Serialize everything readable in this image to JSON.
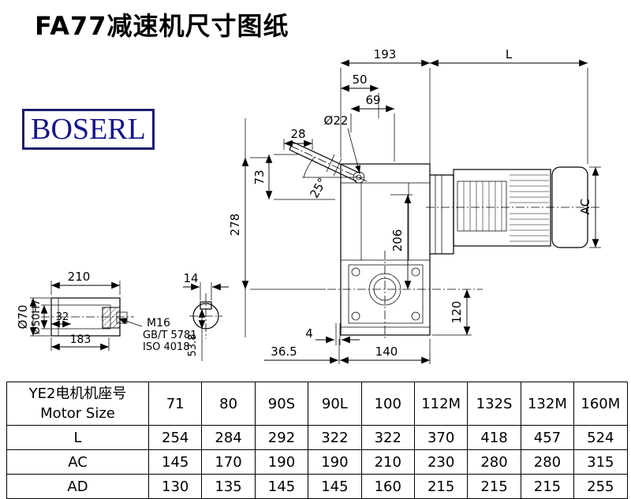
{
  "title": "FA77减速机尺寸图纸",
  "logo": "BOSERL",
  "drawing": {
    "labels": {
      "w193": "193",
      "L": "L",
      "w50": "50",
      "w69": "69",
      "dia22": "Ø22",
      "w28": "28",
      "ang25": "25°",
      "h73": "73",
      "h278": "278",
      "h206": "206",
      "AC": "AC",
      "h120": "120",
      "t4": "4",
      "w36_5": "36.5",
      "w140": "140",
      "w210": "210",
      "w14": "14",
      "dia70": "Ø70",
      "dia50h7": "Ø50H7",
      "w32": "32",
      "w183": "183",
      "m16": "M16",
      "gbt5781": "GB/T 5781",
      "iso4018": "ISO 4018",
      "h53_8": "53.8"
    }
  },
  "table": {
    "col0_line1": "YE2电机机座号",
    "col0_line2": "Motor Size",
    "sizes": [
      "71",
      "80",
      "90S",
      "90L",
      "100",
      "112M",
      "132S",
      "132M",
      "160M"
    ],
    "rows": [
      {
        "label": "L",
        "values": [
          "254",
          "284",
          "292",
          "322",
          "322",
          "370",
          "418",
          "457",
          "524"
        ]
      },
      {
        "label": "AC",
        "values": [
          "145",
          "170",
          "190",
          "190",
          "210",
          "230",
          "280",
          "280",
          "315"
        ]
      },
      {
        "label": "AD",
        "values": [
          "130",
          "135",
          "145",
          "145",
          "160",
          "215",
          "215",
          "215",
          "255"
        ]
      }
    ]
  }
}
